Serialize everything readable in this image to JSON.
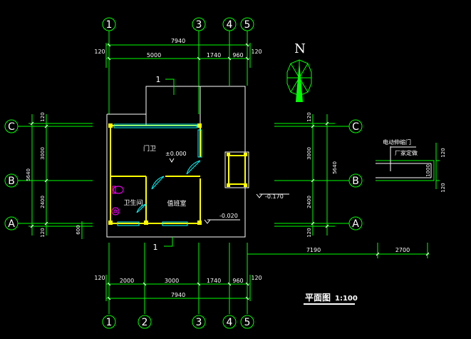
{
  "axes": {
    "top": [
      "1",
      "3",
      "4",
      "5"
    ],
    "bottom": [
      "1",
      "2",
      "3",
      "4",
      "5"
    ],
    "left": [
      "C",
      "B",
      "A"
    ],
    "right": [
      "C",
      "B",
      "A"
    ]
  },
  "dims_top": {
    "overall": "7940",
    "seg": [
      "5000",
      "1740",
      "960"
    ],
    "edge_left": "120",
    "edge_right": "120"
  },
  "dims_bottom": {
    "overall": "7940",
    "seg": [
      "2000",
      "3000",
      "1740",
      "960"
    ],
    "edge_left": "120",
    "edge_right": "120"
  },
  "dims_left": {
    "overall": "5640",
    "seg": [
      "3000",
      "2400"
    ],
    "edge_top": "120",
    "edge_bottom": "120",
    "offset": "600"
  },
  "dims_right": {
    "overall": "5640",
    "seg": [
      "3000",
      "2400"
    ],
    "edge_top": "120",
    "edge_bottom": "120"
  },
  "dims_right_bottom": [
    "7190",
    "2700"
  ],
  "section_marks": [
    "1",
    "1"
  ],
  "rooms": {
    "guard": "门卫",
    "wc": "卫生间",
    "duty": "值班室"
  },
  "levels": {
    "floor": "±0.000",
    "outdoor1": "-0.170",
    "outdoor2": "-0.020"
  },
  "gate": {
    "label": "电动伸缩门",
    "note": "厂家定做",
    "dim_w": "1000",
    "dim_t1": "120",
    "dim_t2": "120"
  },
  "north_label": "N",
  "title": {
    "name": "平面图",
    "scale": "1:100"
  }
}
